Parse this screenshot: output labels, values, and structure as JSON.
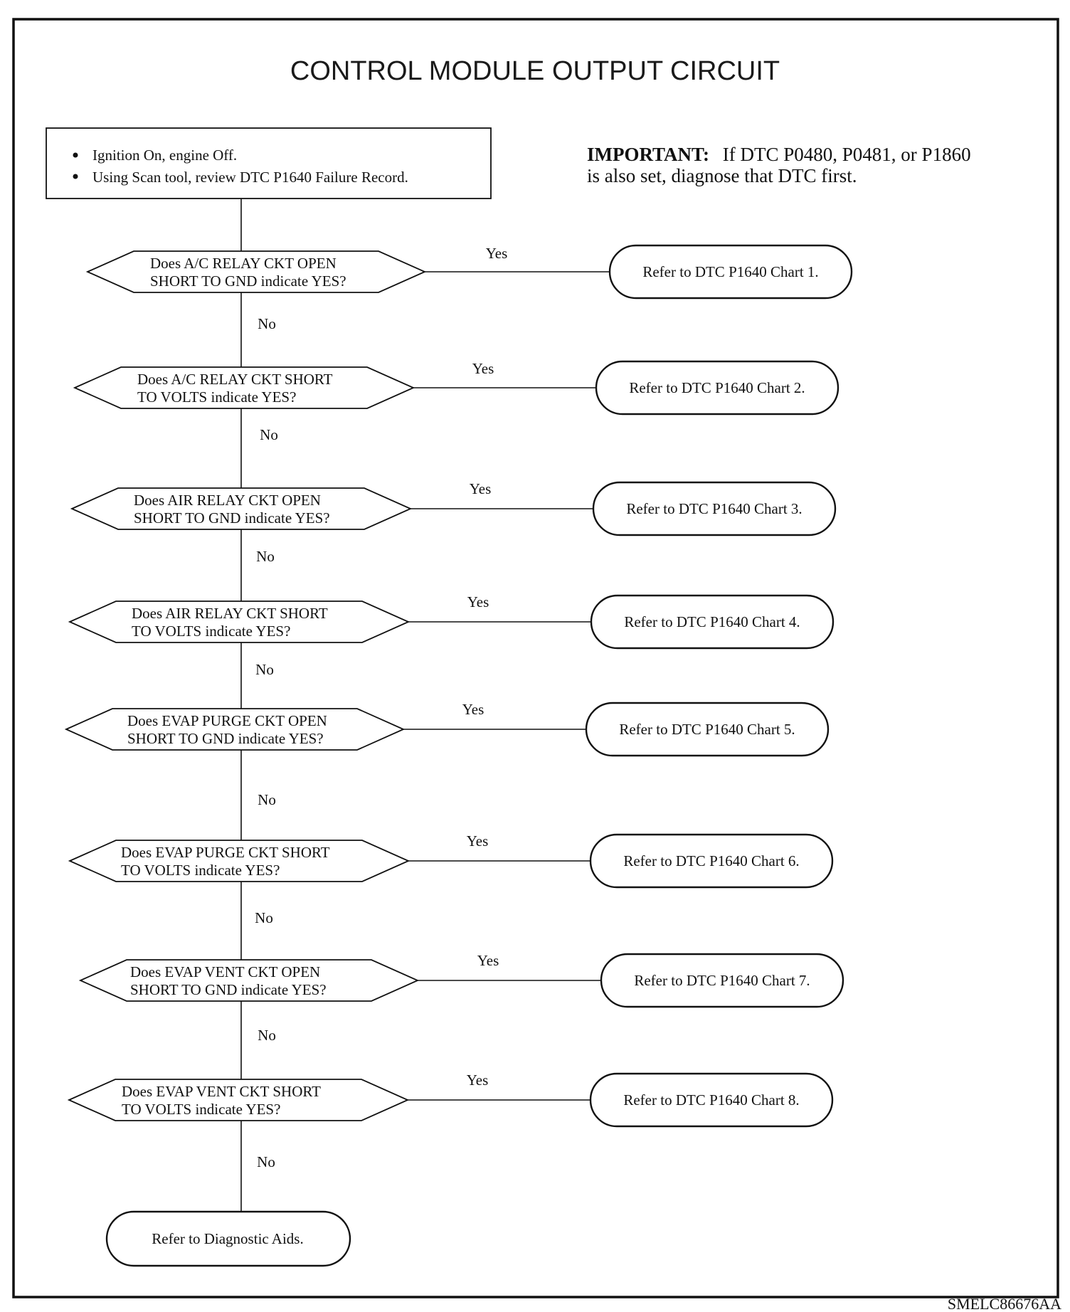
{
  "title": "CONTROL MODULE OUTPUT CIRCUIT",
  "start_box": {
    "bullets": [
      "Ignition On, engine Off.",
      "Using Scan tool, review DTC P1640 Failure Record."
    ]
  },
  "important": {
    "label": "IMPORTANT:",
    "line1": "If DTC P0480, P0481, or P1860",
    "line2": "is also set, diagnose that DTC first."
  },
  "edge_labels": {
    "yes": "Yes",
    "no": "No"
  },
  "decisions": [
    {
      "line1": "Does A/C RELAY CKT OPEN",
      "line2": "SHORT TO GND indicate YES?",
      "result": "Refer to DTC P1640 Chart 1."
    },
    {
      "line1": "Does A/C RELAY CKT SHORT",
      "line2": "TO VOLTS indicate YES?",
      "result": "Refer to DTC P1640 Chart 2."
    },
    {
      "line1": "Does AIR RELAY CKT OPEN",
      "line2": "SHORT TO GND indicate YES?",
      "result": "Refer to DTC P1640 Chart 3."
    },
    {
      "line1": "Does AIR RELAY CKT SHORT",
      "line2": "TO VOLTS indicate YES?",
      "result": "Refer to DTC P1640 Chart 4."
    },
    {
      "line1": "Does EVAP PURGE CKT OPEN",
      "line2": "SHORT TO GND indicate YES?",
      "result": "Refer to DTC P1640 Chart 5."
    },
    {
      "line1": "Does EVAP PURGE CKT SHORT",
      "line2": "TO VOLTS indicate YES?",
      "result": "Refer to DTC P1640 Chart 6."
    },
    {
      "line1": "Does EVAP VENT CKT OPEN",
      "line2": "SHORT TO GND indicate YES?",
      "result": "Refer to DTC P1640 Chart 7."
    },
    {
      "line1": "Does EVAP VENT CKT SHORT",
      "line2": "TO VOLTS indicate YES?",
      "result": "Refer to DTC P1640 Chart 8."
    }
  ],
  "final_result": "Refer to Diagnostic Aids.",
  "figure_code": "SMELC86676AA"
}
